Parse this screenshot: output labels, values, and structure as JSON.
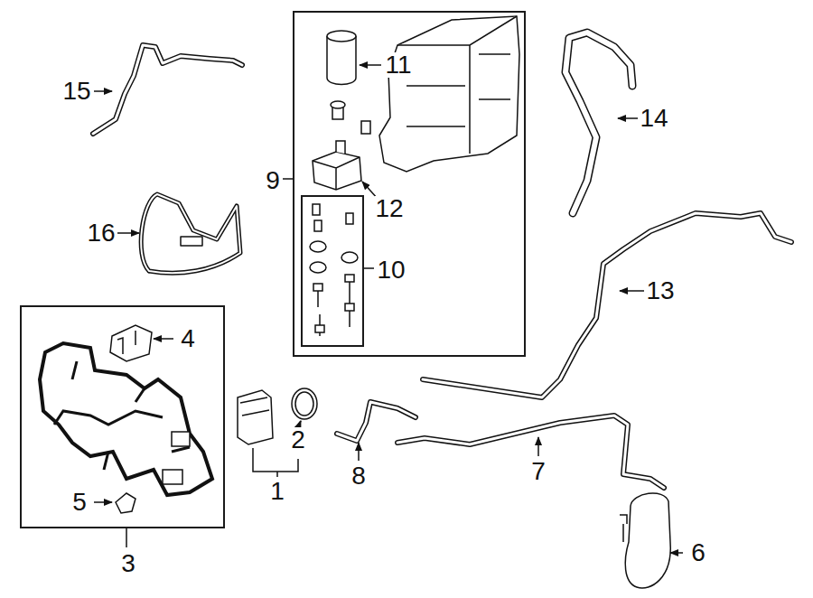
{
  "diagram": {
    "nodes": [
      {
        "text": [
          "9"
        ]
      },
      {
        "text": [
          "10"
        ],
        "in": 0
      },
      {
        "text": [
          "3"
        ]
      }
    ],
    "labels": [
      "15",
      "11",
      "14",
      "16",
      "12",
      "13",
      "4",
      "2",
      "5",
      "1",
      "8",
      "7",
      "6"
    ]
  }
}
